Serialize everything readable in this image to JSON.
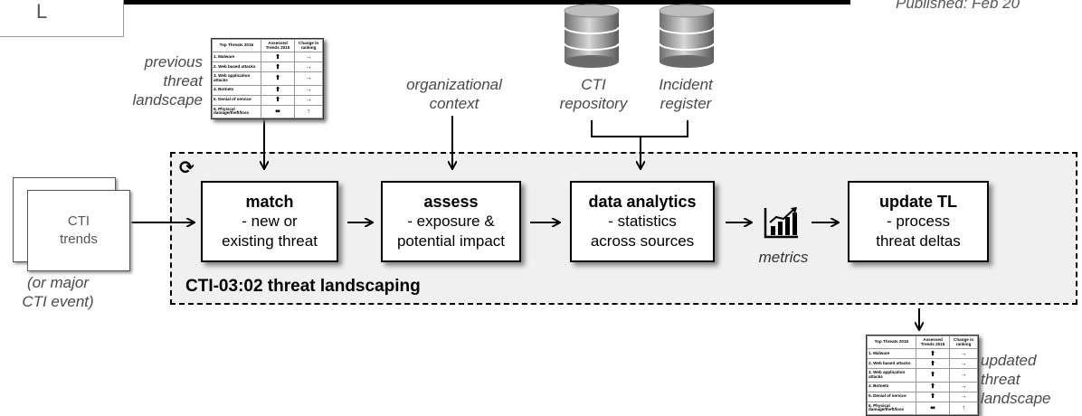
{
  "header": {
    "corner_letter": "L",
    "published": "Published: Feb 20"
  },
  "frame": {
    "title": "CTI-03:02 threat landscaping",
    "cycle_icon": "refresh-icon"
  },
  "steps": [
    {
      "title": "match",
      "lines": [
        "-  new or",
        "existing threat"
      ]
    },
    {
      "title": "assess",
      "lines": [
        "- exposure &",
        "potential impact"
      ]
    },
    {
      "title": "data analytics",
      "lines": [
        "- statistics",
        "across sources"
      ]
    },
    {
      "title": "update TL",
      "lines": [
        "- process",
        "threat deltas"
      ]
    }
  ],
  "inputs": {
    "previous": [
      "previous",
      "threat",
      "landscape"
    ],
    "organizational": [
      "organizational",
      "context"
    ],
    "cti_repository": [
      "CTI",
      "repository"
    ],
    "incident_register": [
      "Incident",
      "register"
    ],
    "cti_trends": [
      "CTI",
      "trends"
    ],
    "major_event": [
      "(or major",
      "CTI event)"
    ]
  },
  "metrics_label": "metrics",
  "metrics_icon": "chart-icon",
  "database_icon": "database-icon",
  "output_label": [
    "updated",
    "threat",
    "landscape"
  ],
  "threat_table": {
    "headers": [
      "Top Threats 2015",
      "Assessed Trends 2015",
      "Change in ranking"
    ],
    "rows": [
      {
        "name": "1. Malware",
        "trend": "⬆",
        "change": "→"
      },
      {
        "name": "2. Web based attacks",
        "trend": "⬆",
        "change": "→"
      },
      {
        "name": "3. Web application attacks",
        "trend": "⬆",
        "change": "→"
      },
      {
        "name": "4. Botnets",
        "trend": "⬆",
        "change": "→"
      },
      {
        "name": "5. Denial of service",
        "trend": "⬆",
        "change": "→"
      },
      {
        "name": "6. Physical damage/theft/loss",
        "trend": "⬌",
        "change": "↑"
      }
    ]
  }
}
